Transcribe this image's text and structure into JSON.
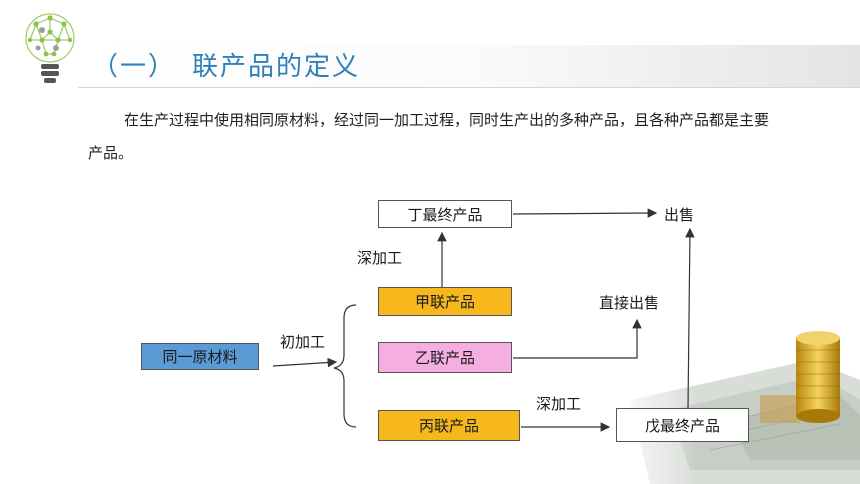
{
  "header": {
    "section_number": "（一）",
    "title": "联产品的定义"
  },
  "body": {
    "paragraph": "在生产过程中使用相同原材料，经过同一加工过程，同时生产出的多种产品，且各种产品都是主要产品。"
  },
  "diagram": {
    "raw_material": "同一原材料",
    "initial_processing": "初加工",
    "product_jia": "甲联产品",
    "product_yi": "乙联产品",
    "product_bing": "丙联产品",
    "deep_processing_top": "深加工",
    "deep_processing_bottom": "深加工",
    "final_ding": "丁最终产品",
    "final_wu": "戊最终产品",
    "sell": "出售",
    "sell_directly": "直接出售"
  },
  "colors": {
    "accent": "#2f7fb8",
    "raw_material_fill": "#5b9bd5",
    "joint_product_fill": "#f6b81d",
    "product_yi_fill": "#f4aee0"
  }
}
